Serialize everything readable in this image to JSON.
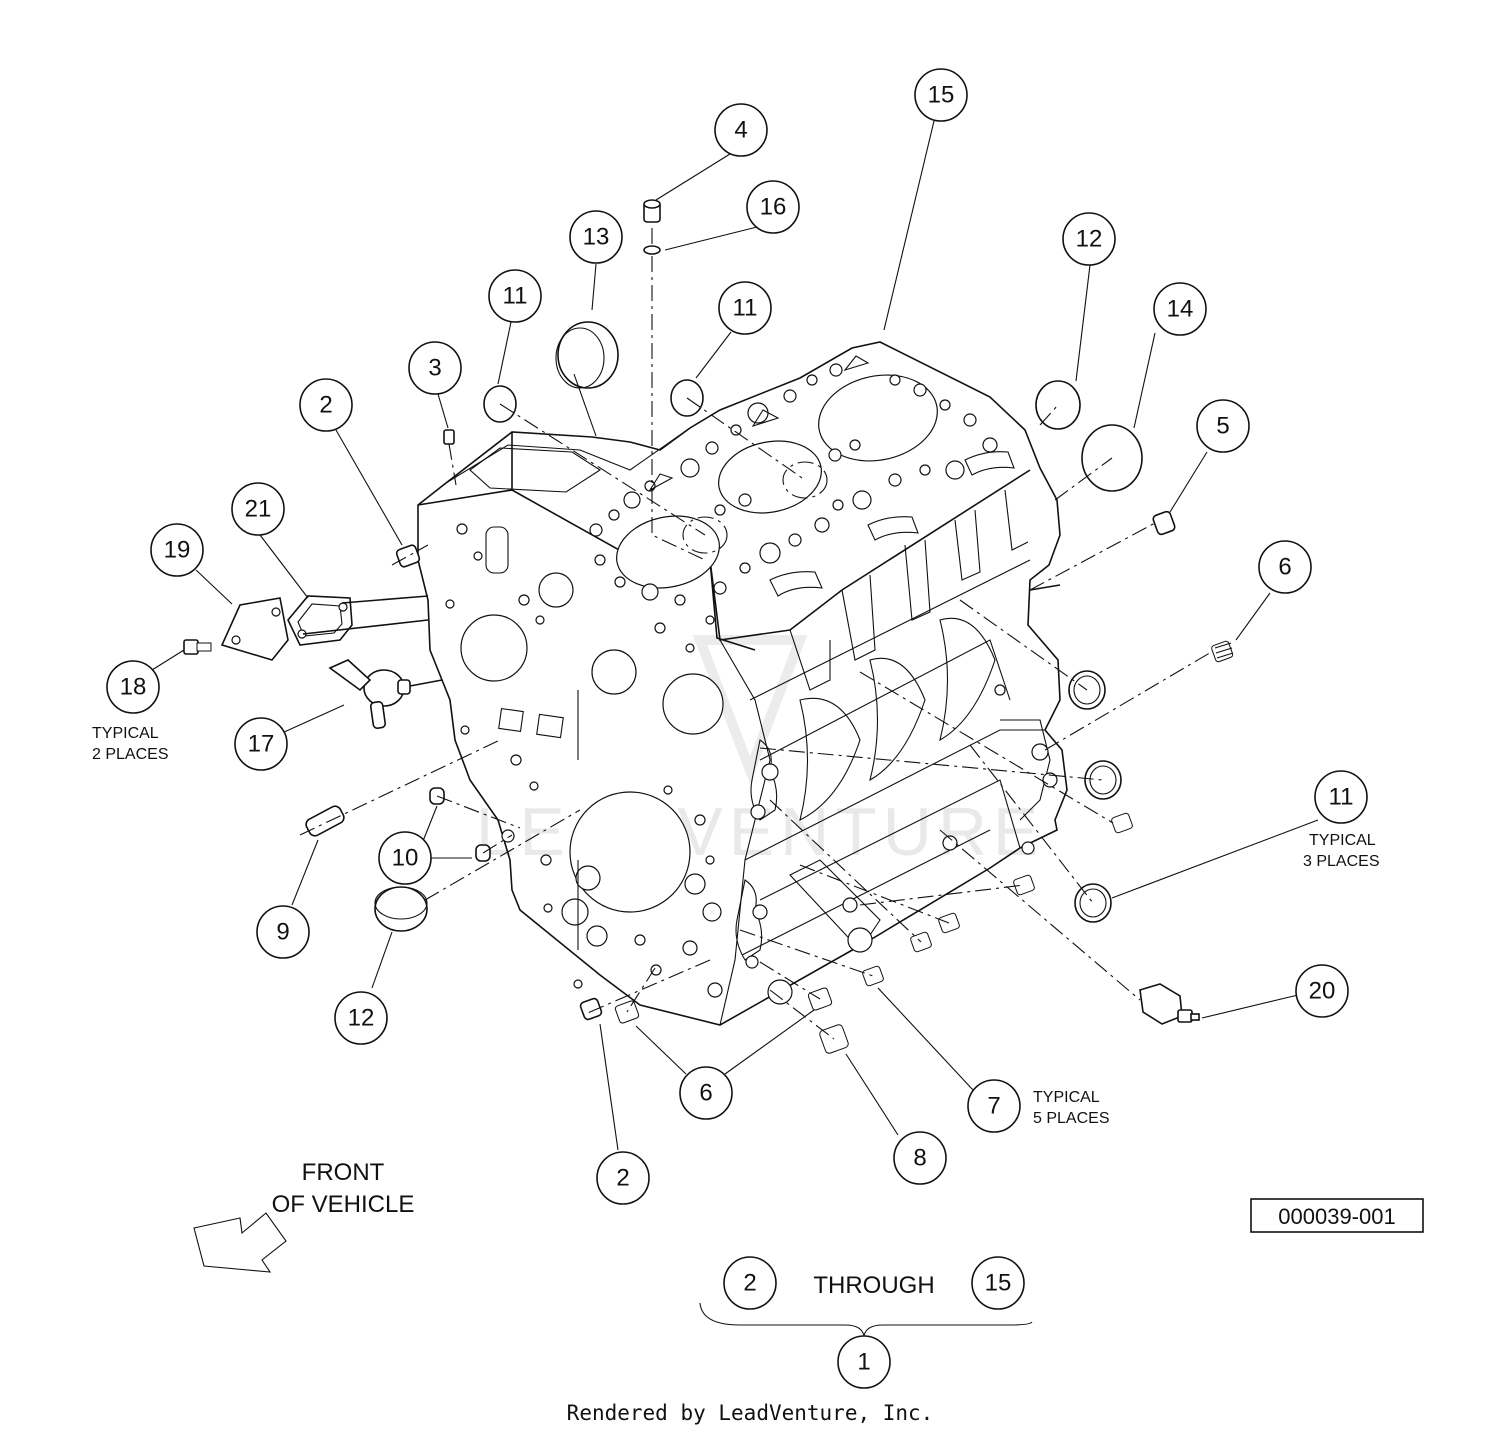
{
  "callouts": [
    {
      "id": "c15a",
      "num": "15"
    },
    {
      "id": "c4",
      "num": "4"
    },
    {
      "id": "c16",
      "num": "16"
    },
    {
      "id": "c13",
      "num": "13"
    },
    {
      "id": "c12a",
      "num": "12"
    },
    {
      "id": "c14",
      "num": "14"
    },
    {
      "id": "c11a",
      "num": "11"
    },
    {
      "id": "c11b",
      "num": "11"
    },
    {
      "id": "c3",
      "num": "3"
    },
    {
      "id": "c2a",
      "num": "2"
    },
    {
      "id": "c5",
      "num": "5"
    },
    {
      "id": "c21",
      "num": "21"
    },
    {
      "id": "c19",
      "num": "19"
    },
    {
      "id": "c6a",
      "num": "6"
    },
    {
      "id": "c18",
      "num": "18"
    },
    {
      "id": "c17",
      "num": "17"
    },
    {
      "id": "c11c",
      "num": "11"
    },
    {
      "id": "c10",
      "num": "10"
    },
    {
      "id": "c9",
      "num": "9"
    },
    {
      "id": "c12b",
      "num": "12"
    },
    {
      "id": "c20",
      "num": "20"
    },
    {
      "id": "c6b",
      "num": "6"
    },
    {
      "id": "c7",
      "num": "7"
    },
    {
      "id": "c8",
      "num": "8"
    },
    {
      "id": "c2b",
      "num": "2"
    },
    {
      "id": "c2c",
      "num": "2"
    },
    {
      "id": "c15b",
      "num": "15"
    },
    {
      "id": "c1",
      "num": "1"
    }
  ],
  "notes": {
    "typical_2_line1": "TYPICAL",
    "typical_2_line2": "2 PLACES",
    "typical_3_line1": "TYPICAL",
    "typical_3_line2": "3 PLACES",
    "typical_5_line1": "TYPICAL",
    "typical_5_line2": "5 PLACES",
    "front_line1": "FRONT",
    "front_line2": "OF VEHICLE",
    "through": "THROUGH",
    "figure_id": "000039-001",
    "credit": "Rendered by LeadVenture, Inc.",
    "watermark": "LEADVENTURE"
  }
}
